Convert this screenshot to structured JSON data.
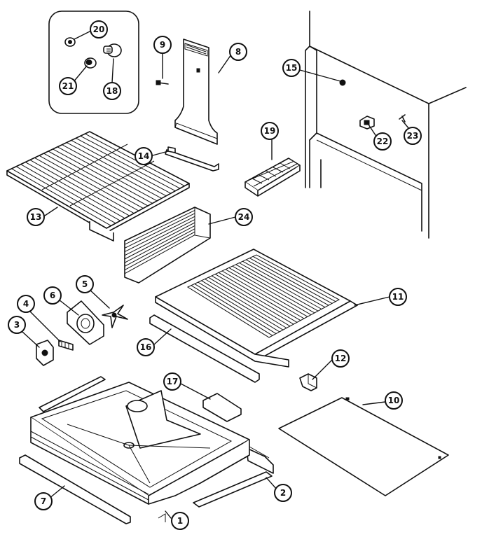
{
  "callouts": [
    {
      "id": "c20",
      "label": "20"
    },
    {
      "id": "c21",
      "label": "21"
    },
    {
      "id": "c18a",
      "label": "18"
    },
    {
      "id": "c9",
      "label": "9"
    },
    {
      "id": "c8",
      "label": "8"
    },
    {
      "id": "c15",
      "label": "15"
    },
    {
      "id": "c22",
      "label": "22"
    },
    {
      "id": "c23",
      "label": "23"
    },
    {
      "id": "c19",
      "label": "19"
    },
    {
      "id": "c14",
      "label": "14"
    },
    {
      "id": "c13",
      "label": "13"
    },
    {
      "id": "c24",
      "label": "24"
    },
    {
      "id": "c5",
      "label": "5"
    },
    {
      "id": "c6",
      "label": "6"
    },
    {
      "id": "c4",
      "label": "4"
    },
    {
      "id": "c3",
      "label": "3"
    },
    {
      "id": "c11",
      "label": "11"
    },
    {
      "id": "c16",
      "label": "16"
    },
    {
      "id": "c12",
      "label": "12"
    },
    {
      "id": "c17",
      "label": "17"
    },
    {
      "id": "c10",
      "label": "10"
    },
    {
      "id": "c2",
      "label": "2"
    },
    {
      "id": "c7",
      "label": "7"
    },
    {
      "id": "c1",
      "label": "1"
    }
  ]
}
